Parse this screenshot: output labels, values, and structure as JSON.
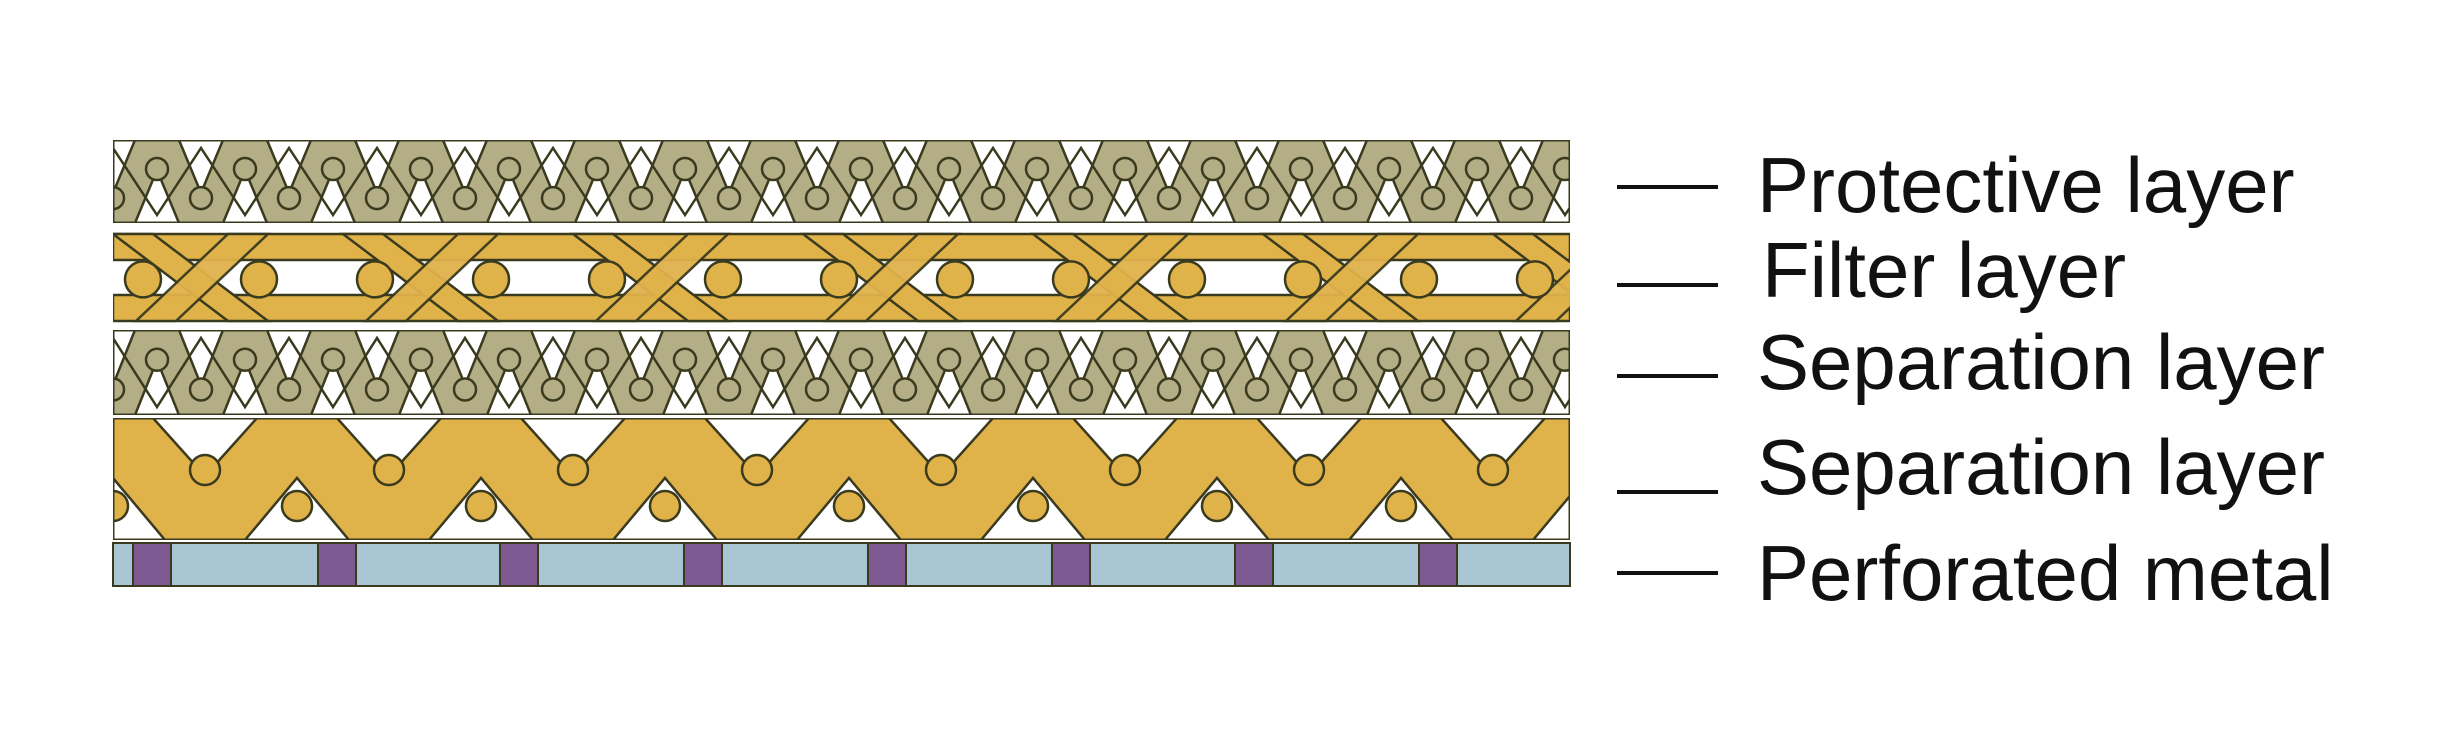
{
  "diagram": {
    "layers": [
      {
        "id": "protective",
        "label": "Protective layer",
        "color": "#b3ae86",
        "kind": "zigzag"
      },
      {
        "id": "filter",
        "label": "Filter layer",
        "color": "#e0b24a",
        "kind": "braid"
      },
      {
        "id": "separation-1",
        "label": "Separation layer",
        "color": "#b3ae86",
        "kind": "zigzag"
      },
      {
        "id": "separation-2",
        "label": "Separation layer",
        "color": "#e0b24a",
        "kind": "thick-zigzag"
      },
      {
        "id": "perforated-metal",
        "label": "Perforated metal",
        "color": "#a9c6d4",
        "kind": "plate"
      }
    ],
    "colors": {
      "outline": "#3a3a1e",
      "metal_slot": "#7d5a92",
      "leader_line": "#111111"
    }
  }
}
